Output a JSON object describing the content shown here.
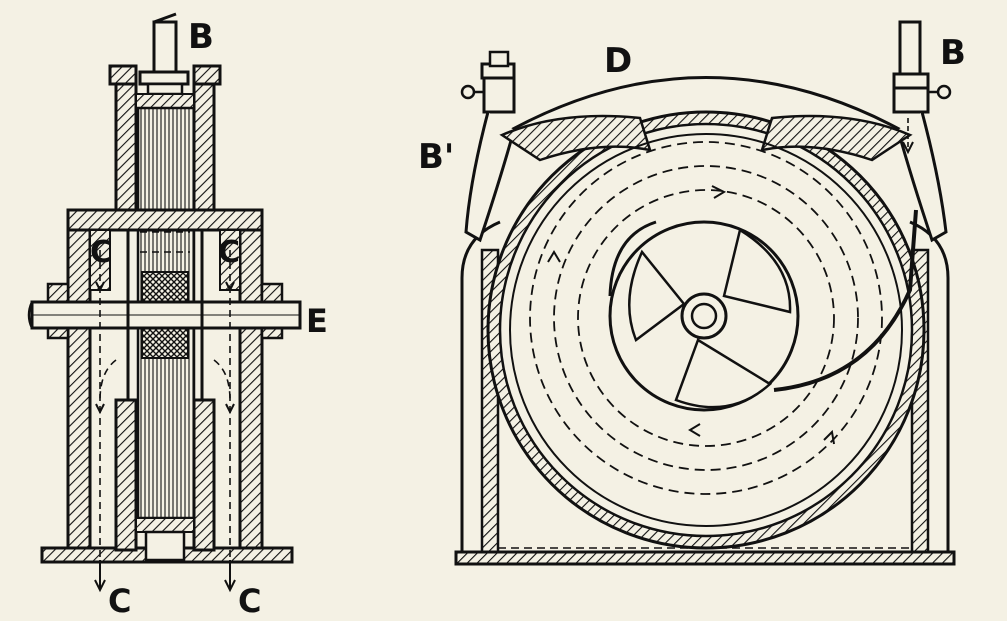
{
  "colors": {
    "paper": "#f4f1e4",
    "ink": "#111111"
  },
  "labels": {
    "b_left": "B",
    "b_right": "B",
    "b_prime": "B'",
    "d": "D",
    "e": "E",
    "c_left": "C",
    "c_right": "C",
    "c_bottom_left": "C",
    "c_bottom_right": "C"
  }
}
